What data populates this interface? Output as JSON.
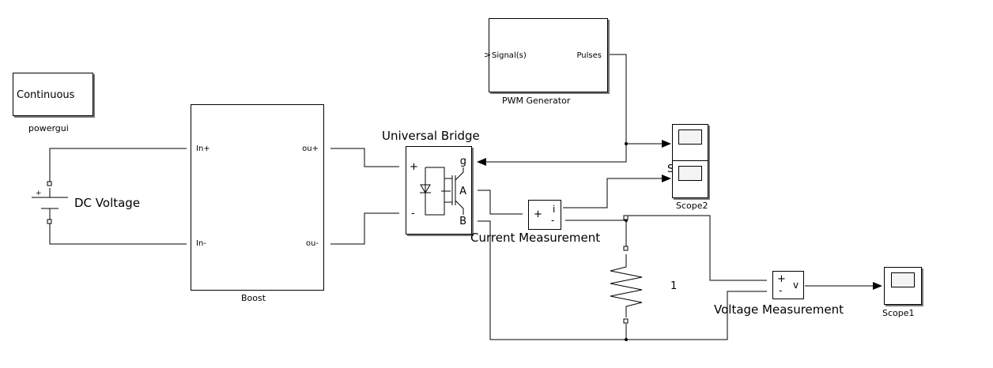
{
  "blocks": {
    "powergui": {
      "text": "Continuous",
      "caption": "powergui"
    },
    "boost": {
      "caption": "Boost",
      "ports": {
        "in_plus": "In+",
        "in_minus": "In-",
        "out_plus": "ou+",
        "out_minus": "ou-"
      }
    },
    "dc_source": {
      "caption": "DC Voltage"
    },
    "universal_bridge": {
      "caption": "Universal Bridge",
      "ports": {
        "plus": "+",
        "minus": "-",
        "g": "g",
        "a": "A",
        "b": "B"
      }
    },
    "pwm": {
      "caption": "PWM Generator",
      "ports": {
        "in": "Signal(s)",
        "out": "Pulses"
      }
    },
    "current_meas": {
      "caption": "Current Measurement",
      "plus": "+",
      "minus": "-",
      "out": "i"
    },
    "voltage_meas": {
      "caption": "Voltage Measurement",
      "plus": "+",
      "minus": "-",
      "out": "v"
    },
    "resistor": {
      "value": "1"
    },
    "scope": {
      "caption": "Sc"
    },
    "scope1": {
      "caption": "Scope1"
    },
    "scope2": {
      "caption": "Scope2"
    }
  }
}
